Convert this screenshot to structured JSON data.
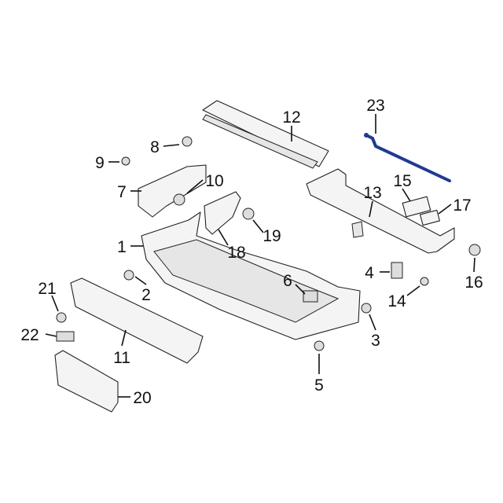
{
  "diagram": {
    "title": "Rear bumper assembly parts diagram",
    "highlight_color": "#1f3a93",
    "callouts": [
      {
        "id": "1",
        "label": "1"
      },
      {
        "id": "2",
        "label": "2"
      },
      {
        "id": "3",
        "label": "3"
      },
      {
        "id": "4",
        "label": "4"
      },
      {
        "id": "5",
        "label": "5"
      },
      {
        "id": "6",
        "label": "6"
      },
      {
        "id": "7",
        "label": "7"
      },
      {
        "id": "8",
        "label": "8"
      },
      {
        "id": "9",
        "label": "9"
      },
      {
        "id": "10",
        "label": "10"
      },
      {
        "id": "11",
        "label": "11"
      },
      {
        "id": "12",
        "label": "12"
      },
      {
        "id": "13",
        "label": "13"
      },
      {
        "id": "14",
        "label": "14"
      },
      {
        "id": "15",
        "label": "15"
      },
      {
        "id": "16",
        "label": "16"
      },
      {
        "id": "17",
        "label": "17"
      },
      {
        "id": "18",
        "label": "18"
      },
      {
        "id": "19",
        "label": "19"
      },
      {
        "id": "20",
        "label": "20"
      },
      {
        "id": "21",
        "label": "21"
      },
      {
        "id": "22",
        "label": "22"
      },
      {
        "id": "23",
        "label": "23"
      }
    ]
  }
}
